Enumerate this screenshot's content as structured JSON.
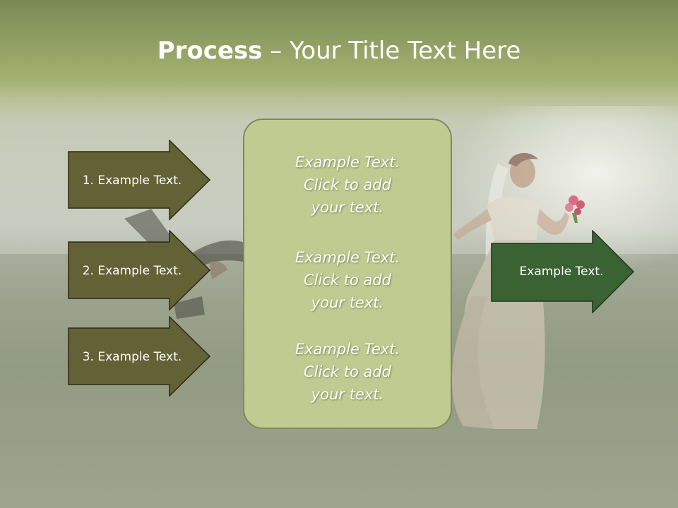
{
  "slide": {
    "title_bold": "Process",
    "title_rest": " – Your Title Text Here",
    "left_arrows": [
      {
        "label": "1. Example Text."
      },
      {
        "label": "2. Example Text."
      },
      {
        "label": "3. Example Text."
      }
    ],
    "center_blocks": [
      {
        "lines": [
          "Example Text.",
          "Click  to add",
          "your text."
        ]
      },
      {
        "lines": [
          "Example Text.",
          "Click  to add",
          "your text."
        ]
      },
      {
        "lines": [
          "Example Text.",
          "Click  to add",
          "your text."
        ]
      }
    ],
    "right_arrow": {
      "label": "Example Text."
    }
  },
  "colors": {
    "left_arrow_fill": "#636136",
    "left_arrow_stroke": "#2a2a12",
    "right_arrow_fill": "#3a6233",
    "right_arrow_stroke": "#1d3519",
    "center_box_fill": "#c0cb91",
    "center_box_stroke": "#7e8a5a"
  }
}
